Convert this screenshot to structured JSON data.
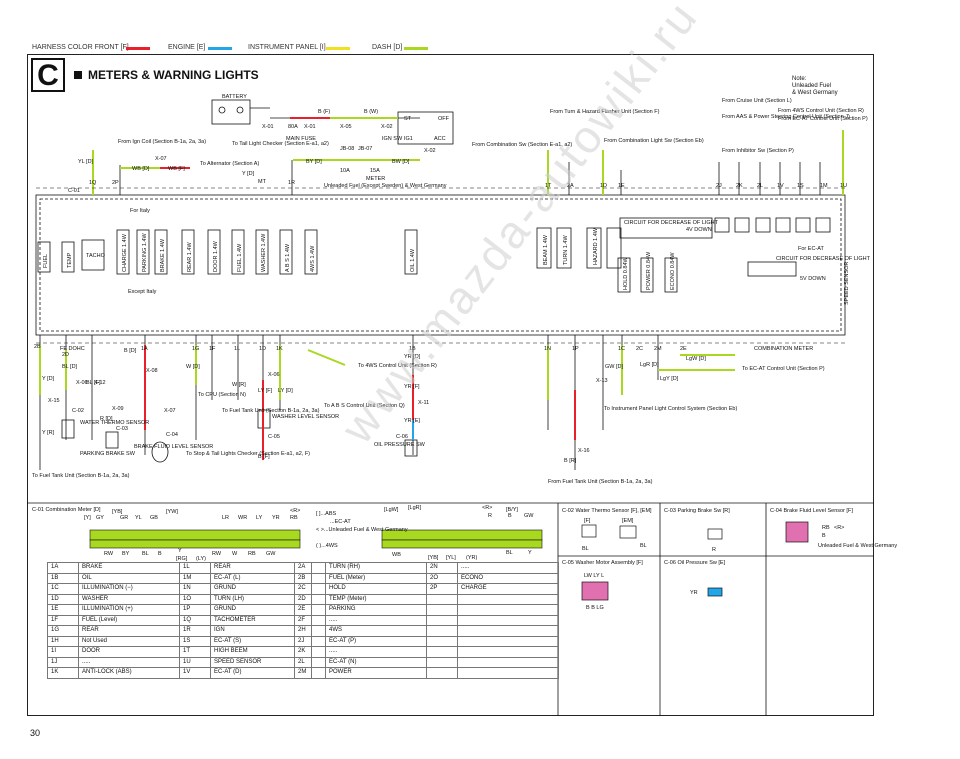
{
  "legend": {
    "items": [
      {
        "label": "HARNESS COLOR FRONT [F]",
        "color": "#e8202a"
      },
      {
        "label": "ENGINE [E]",
        "color": "#22a6e8"
      },
      {
        "label": "INSTRUMENT PANEL [I]",
        "color": "#f0e020"
      },
      {
        "label": "DASH [D]",
        "color": "#a8d820"
      }
    ]
  },
  "section_letter": "C",
  "title": "METERS & WARNING LIGHTS",
  "note": [
    "Note:",
    "Unleaded Fuel",
    "& West Germany"
  ],
  "page_number": "30",
  "watermark": "www.mazda-autowiki.ru",
  "diagram": {
    "battery": "BATTERY",
    "main_fuse": "MAIN FUSE",
    "fuse_80a": "80A",
    "x01a": "X-01",
    "x01b": "X-01",
    "x05": "X-05",
    "x02": "X-02",
    "x02b": "X-02",
    "ign_sw": "IGN SW",
    "st": "ST",
    "off": "OFF",
    "ig1": "IG1",
    "acc": "ACC",
    "bw": "B (W)",
    "bf": "B (F)",
    "from_ign_coil": "From Ign Coil (Section B-1a, 2a, 3a)",
    "to_tail_light": "To Tail Light Checker (Section E-a1, a2)",
    "to_alternator": "To Alternator (Section A)",
    "x07": "X-07",
    "yl_d": "YL [D]",
    "wb_d": "WB [D]",
    "wb_f": "WB [F]",
    "y_d": "Y [D]",
    "mt": "MT",
    "jb08": "JB-08",
    "jb07": "JB-07",
    "by_d": "BY [D]",
    "bw_d": "BW [D]",
    "meter_fuse": "METER",
    "fuse_10a": "10A",
    "fuse_15a": "15A",
    "unleaded": "Unleaded Fuel (Except Sweden) & West Germany",
    "c01": "C-01",
    "from_comb_sw": "From Combination Sw (Section E-a1, a2)",
    "from_turn": "From Turn & Hazard Flasher Unit (Section F)",
    "from_comb_light": "From Combination Light Sw (Section Eb)",
    "from_cruise": "From Cruise Unit (Section L)",
    "from_aas": "From AAS & Power Steering Control Unit (Section J)",
    "from_4ws": "From 4WS Control Unit (Section R)",
    "from_ecat": "From EC-AT Control Unit (Section P)",
    "from_inhibitor": "From Inhibitor Sw (Section P)",
    "for_italy": "For Italy",
    "except_italy": "Except Italy",
    "lamps": [
      "FUEL",
      "TEMP",
      "TACHO",
      "CHARGE 1.4W",
      "PARKING 1.4W",
      "BRAKE 1.4W",
      "REAR 1.4W",
      "DOOR 1.4W",
      "FUEL 1.4W",
      "WASHER 1.4W",
      "A B S 1.4W",
      "4WS 1.4W",
      "OIL 1.4W"
    ],
    "beam": "BEAM 1.4W",
    "turn": "TURN 1.4W",
    "hazard": "HAZARD 1.4W",
    "circuit_decrease": "CIRCUIT FOR DECREASE OF LIGHT",
    "v4down": "4V DOWN",
    "hold": "HOLD 0.84W",
    "power": "POWER 0.84W",
    "econo": "ECONO 0.84W",
    "for_ecat": "For EC-AT",
    "circuit_decrease2": "CIRCUIT FOR DECREASE OF LIGHT",
    "v5down": "5V DOWN",
    "speed_sensor": "SPEED SENSOR",
    "combination_meter": "COMBINATION METER",
    "fe_dohc": "FE DOHC",
    "water_thermo": "WATER THERMO SENSOR",
    "parking_brake_sw": "PARKING BRAKE SW",
    "brake_fluid": "BRAKE FLUID LEVEL SENSOR",
    "to_fuel_tank": "To Fuel Tank Unit (Section B-1a, 2a, 3a)",
    "to_cpu": "To CPU (Section N)",
    "to_fuel_tank2": "To Fuel Tank Unit (Section B-1a, 2a, 3a)",
    "to_stop": "To Stop & Tail Lights Checker (Section E-a1, a2, F)",
    "washer_level": "WASHER LEVEL SENSOR",
    "to_abs": "To A B S Control Unit (Section Q)",
    "to_4ws": "To 4WS Control Unit (Section R)",
    "oil_pressure": "OIL PRESSURE SW",
    "from_fuel_tank": "From Fuel Tank Unit (Section B-1a, 2a, 3a)",
    "to_instrument": "To Instrument Panel Light Control System (Section Eb)",
    "to_ecat": "To EC-AT Control Unit (Section P)",
    "pins_top": [
      "1Q",
      "2P",
      "1T",
      "1R",
      "1S",
      "1A",
      "2A",
      "1D",
      "1C",
      "1E",
      "2J",
      "2K",
      "2L",
      "1V",
      "1S",
      "1U",
      "1M",
      "1U"
    ],
    "pins_bottom": [
      "2B",
      "2D",
      "2D",
      "1A",
      "1G",
      "1F",
      "1L",
      "1D",
      "1K",
      "1H",
      "1B",
      "1N",
      "1P",
      "1C",
      "2C",
      "2M",
      "2E"
    ],
    "wires": [
      "BL [D]",
      "BL [F]",
      "Y [D]",
      "Y [R]",
      "R [D]",
      "B [D]",
      "W [D]",
      "W [R]",
      "LY [F]",
      "LY [D]",
      "YR [D]",
      "YR [F]",
      "YR [E]",
      "GW [D]",
      "LgR [D]",
      "LgY [D]",
      "LgW [D]",
      "B [R]",
      "B [F]"
    ],
    "connectors": [
      "X-12",
      "X-15",
      "X-06",
      "X-08",
      "X-09",
      "X-07",
      "X-06",
      "X-11",
      "X-13",
      "X-16",
      "C-02",
      "C-03",
      "C-04",
      "C-05",
      "C-06"
    ]
  },
  "connector_c01": {
    "title": "C-01 Combination Meter [D]",
    "top_labels": [
      "[YB]",
      "[YW]",
      "[Y]",
      "GY",
      "GR",
      "YL",
      "GB",
      "LR",
      "WR",
      "LY",
      "YR",
      "RB",
      "<R>"
    ],
    "bottom_labels": [
      "RW",
      "BY",
      "BL",
      "B",
      "Y",
      "RW",
      "W",
      "RB",
      "GW",
      "[RG]",
      "(LY)"
    ],
    "legend": [
      "[ ]...ABS",
      "...EC-AT",
      "< >...Unleaded Fuel & West Germany",
      "( )...4WS"
    ],
    "right_top": [
      "[LgW]",
      "[LgR]",
      "<R>",
      "[B/Y]",
      "R",
      "B",
      "GW"
    ],
    "right_bottom": [
      "WB",
      "[YB]",
      "[YL]",
      "(YR)",
      "BL",
      "Y"
    ]
  },
  "pin_table_1": [
    [
      "1A",
      "BRAKE"
    ],
    [
      "1B",
      "OIL"
    ],
    [
      "1C",
      "ILLUMINATION (−)"
    ],
    [
      "1D",
      "WASHER"
    ],
    [
      "1E",
      "ILLUMINATION (+)"
    ],
    [
      "1F",
      "FUEL (Level)"
    ],
    [
      "1G",
      "REAR"
    ],
    [
      "1H",
      "Not Used"
    ],
    [
      "1I",
      "DOOR"
    ],
    [
      "1J",
      "....."
    ],
    [
      "1K",
      "ANTI-LOCK (ABS)"
    ]
  ],
  "pin_table_2": [
    [
      "1L",
      "REAR"
    ],
    [
      "1M",
      "EC-AT (L)"
    ],
    [
      "1N",
      "GRUND"
    ],
    [
      "1O",
      "TURN (LH)"
    ],
    [
      "1P",
      "GRUND"
    ],
    [
      "1Q",
      "TACHOMETER"
    ],
    [
      "1R",
      "IGN"
    ],
    [
      "1S",
      "EC-AT (S)"
    ],
    [
      "1T",
      "HIGH BEEM"
    ],
    [
      "1U",
      "SPEED SENSOR"
    ],
    [
      "1V",
      "EC-AT (D)"
    ]
  ],
  "pin_table_3": [
    [
      "2A",
      "TURN (RH)"
    ],
    [
      "2B",
      "FUEL (Meter)"
    ],
    [
      "2C",
      "HOLD"
    ],
    [
      "2D",
      "TEMP (Meter)"
    ],
    [
      "2E",
      "PARKING"
    ],
    [
      "2F",
      "....."
    ],
    [
      "2H",
      "4WS"
    ],
    [
      "2J",
      "EC-AT (P)"
    ],
    [
      "2K",
      "....."
    ],
    [
      "2L",
      "EC-AT (N)"
    ],
    [
      "2M",
      "POWER"
    ]
  ],
  "pin_table_4": [
    [
      "2N",
      "....."
    ],
    [
      "2O",
      "ECONO"
    ],
    [
      "2P",
      "CHARGE"
    ],
    [
      "",
      ""
    ],
    [
      "",
      ""
    ],
    [
      "",
      ""
    ],
    [
      "",
      ""
    ],
    [
      "",
      ""
    ],
    [
      "",
      ""
    ],
    [
      "",
      ""
    ],
    [
      "",
      ""
    ]
  ],
  "panels": {
    "c02": "C-02 Water Thermo Sensor [F], [EM]",
    "c02_f": "[F]",
    "c02_em": "[EM]",
    "c02_bl": "BL",
    "c02_bl2": "BL",
    "c03": "C-03 Parking Brake Sw [R]",
    "c03_r": "R",
    "c04": "C-04 Brake Fluid Level Sensor [F]",
    "c04_rb": "RB",
    "c04_r": "<R>",
    "c04_b": "B",
    "c04_note": "Unleaded Fuel & West Germany",
    "c05": "C-05 Washer Motor Assembly [F]",
    "c05_top": "LW LY L",
    "c05_bottom": "B B LG",
    "c06": "C-06 Oil Pressure Sw [E]",
    "c06_yr": "YR"
  }
}
